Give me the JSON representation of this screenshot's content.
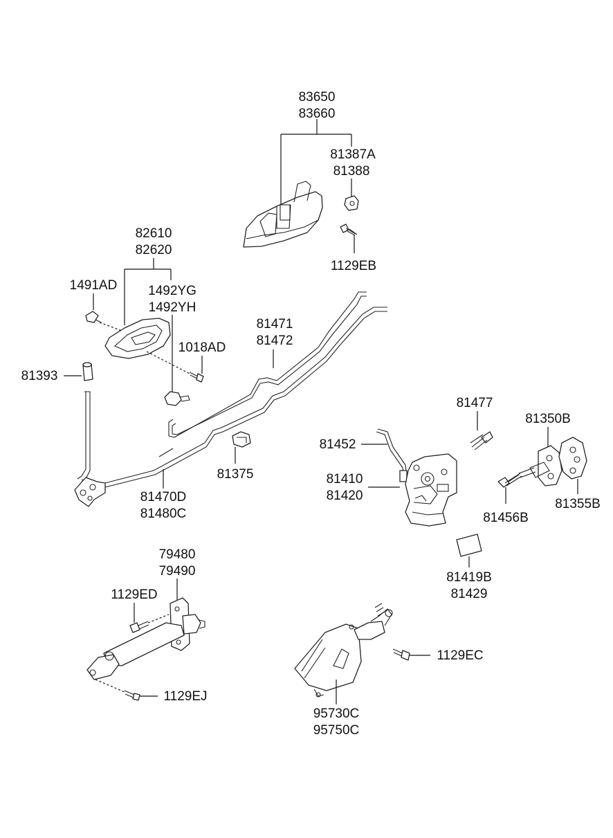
{
  "diagram": {
    "labels": {
      "outside_handle_a": "83650",
      "outside_handle_b": "83660",
      "handle_clip_a": "81387A",
      "handle_clip_b": "81388",
      "screw_1129EB": "1129EB",
      "inside_handle_a": "82610",
      "inside_handle_b": "82620",
      "fastener_1491AD": "1491AD",
      "clip_1492YG": "1492YG",
      "clip_1492YH": "1492YH",
      "screw_1018AD": "1018AD",
      "rod_81471": "81471",
      "rod_81472": "81472",
      "rod_81393": "81393",
      "rod_81470D": "81470D",
      "rod_81480C": "81480C",
      "clip_81375": "81375",
      "bolt_81477": "81477",
      "striker_81350B": "81350B",
      "rod_81452": "81452",
      "latch_81410": "81410",
      "latch_81420": "81420",
      "shim_81355B": "81355B",
      "screw_81456B": "81456B",
      "pad_81419B": "81419B",
      "pad_81429": "81429",
      "checker_79480": "79480",
      "checker_79490": "79490",
      "bolt_1129ED": "1129ED",
      "bolt_1129EJ": "1129EJ",
      "actuator_95730C": "95730C",
      "actuator_95750C": "95750C",
      "bolt_1129EC": "1129EC"
    }
  }
}
